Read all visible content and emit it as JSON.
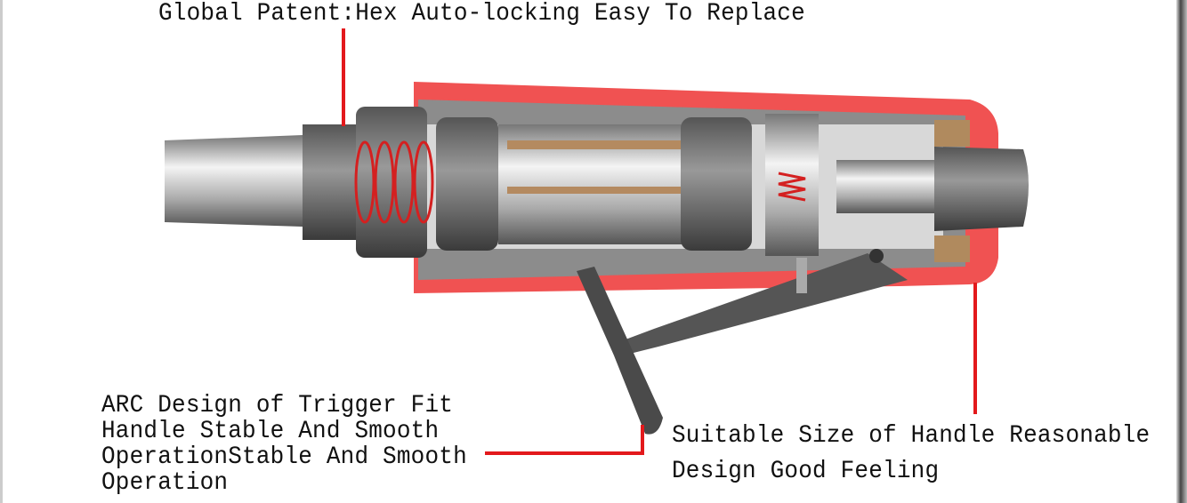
{
  "callouts": {
    "top": "Global Patent:Hex Auto-locking Easy To Replace",
    "trigger": [
      "ARC Design of Trigger Fit",
      "Handle Stable And Smooth",
      "OperationStable And Smooth",
      "Operation"
    ],
    "handle": [
      "Suitable Size of Handle Reasonable",
      "Design Good Feeling"
    ]
  },
  "colors": {
    "accent": "#e3191c",
    "shell": "#f05050",
    "metal": "#8a8a8a"
  }
}
